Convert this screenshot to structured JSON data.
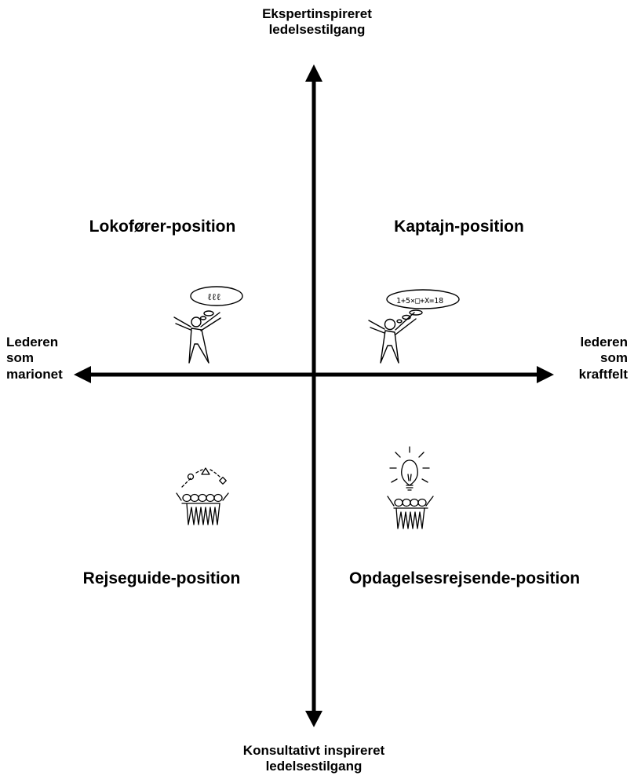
{
  "axes": {
    "top": [
      "Ekspertinspireret",
      "ledelsestilgang"
    ],
    "bottom": [
      "Konsultativt inspireret",
      "ledelsestilgang"
    ],
    "left": [
      "Lederen",
      "som",
      "marionet"
    ],
    "right": [
      "lederen",
      "som",
      "kraftfelt"
    ]
  },
  "quadrants": {
    "top_left": "Lokofører-position",
    "top_right": "Kaptajn-position",
    "bottom_left": "Rejseguide-position",
    "bottom_right": "Opdagelsesrejsende-position"
  },
  "sketches": {
    "top_left_thought": "ℓℓℓ",
    "top_right_thought": "1+5×□+X=18"
  },
  "colors": {
    "ink": "#000000",
    "background": "#ffffff"
  },
  "icons": {
    "top_left": "stick-figure-thinking-icon",
    "top_right": "stick-figure-calculating-icon",
    "bottom_left": "group-juggling-shapes-icon",
    "bottom_right": "group-lightbulb-icon"
  }
}
